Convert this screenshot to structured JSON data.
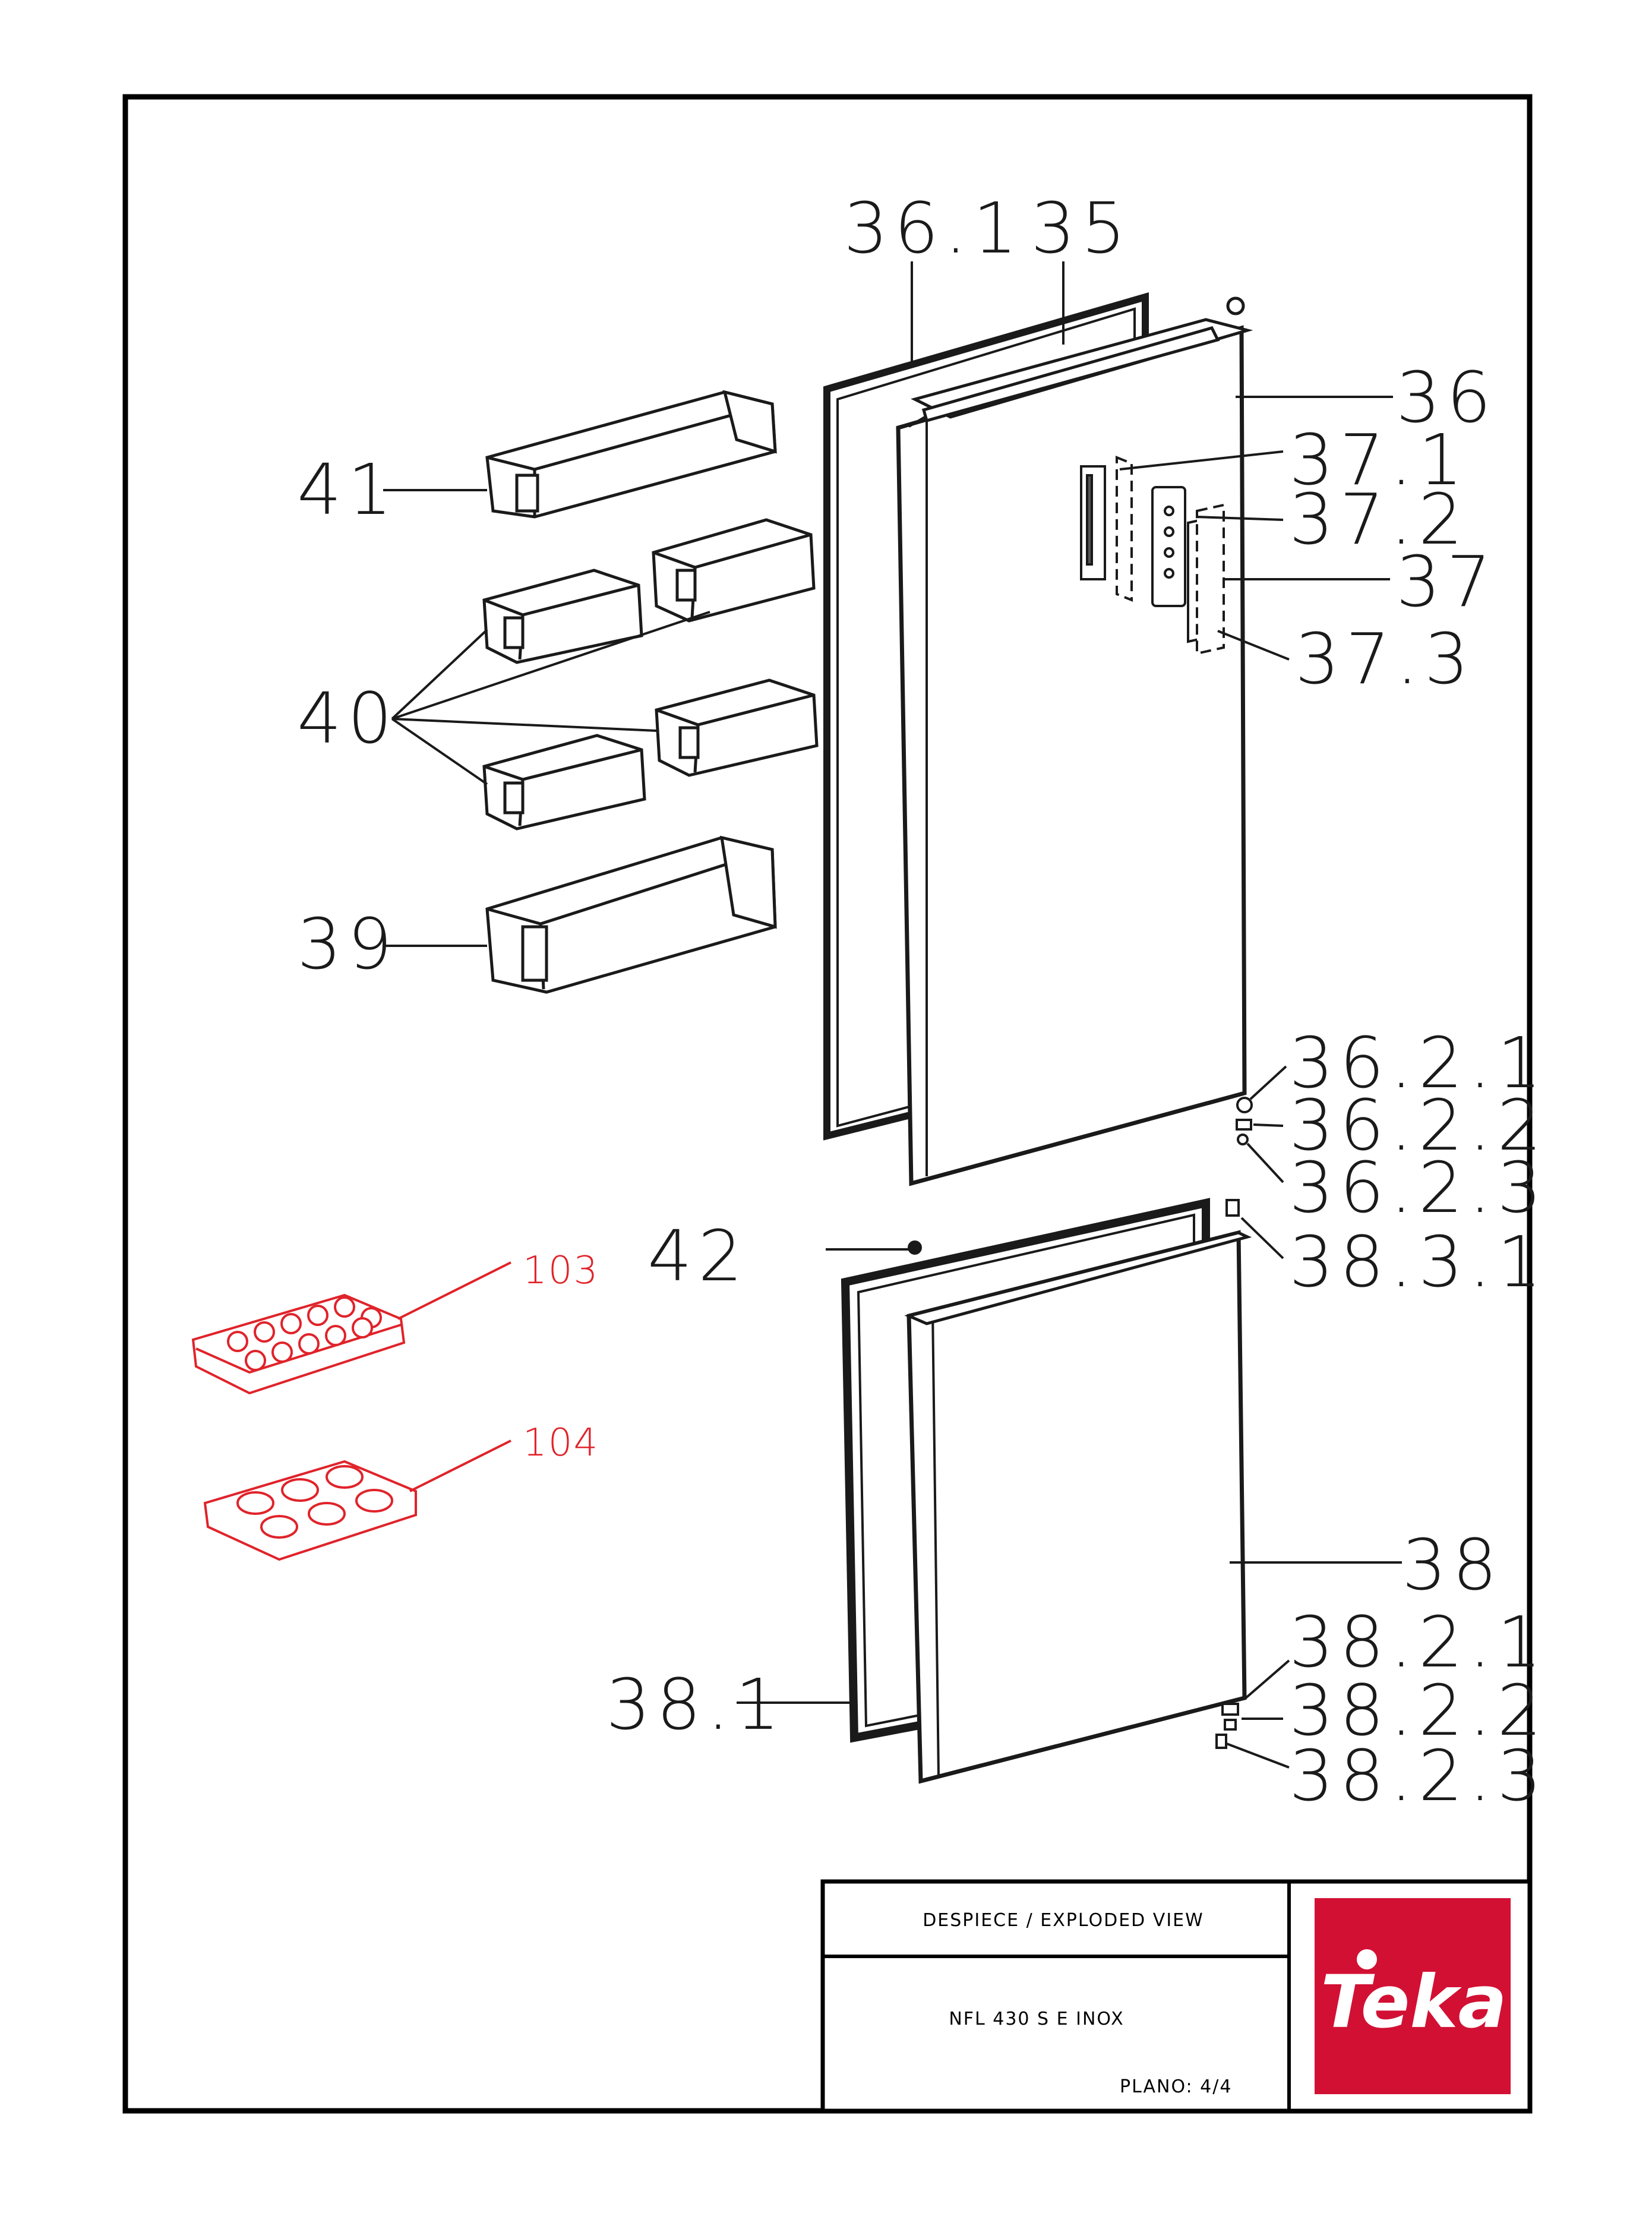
{
  "callouts": {
    "c36_1": "36.1",
    "c35": "35",
    "c36": "36",
    "c41": "41",
    "c37_1": "37.1",
    "c37_2": "37.2",
    "c37": "37",
    "c37_3": "37.3",
    "c40": "40",
    "c39": "39",
    "c36_2_1": "36.2.1",
    "c36_2_2": "36.2.2",
    "c36_2_3": "36.2.3",
    "c42": "42",
    "c38_3_1": "38.3.1",
    "c103": "103",
    "c104": "104",
    "c38": "38",
    "c38_2_1": "38.2.1",
    "c38_2_2": "38.2.2",
    "c38_1": "38.1",
    "c38_2_3": "38.2.3"
  },
  "title_block": {
    "title": "DESPIECE / EXPLODED VIEW",
    "model": "NFL 430 S E INOX",
    "sheet": "PLANO: 4/4",
    "brand": "Teka"
  },
  "colors": {
    "ink": "#1a1a1a",
    "accessory_red": "#e0232a",
    "brand_red": "#d21033"
  }
}
